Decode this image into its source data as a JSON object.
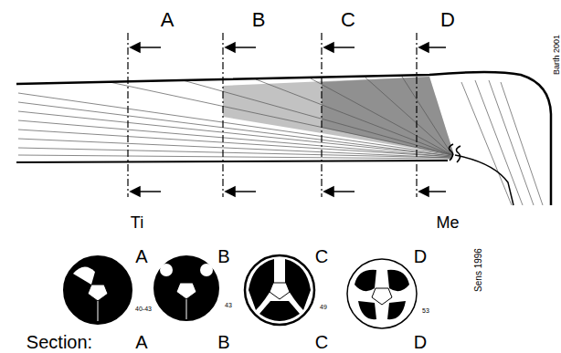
{
  "diagram": {
    "labels": [
      "A",
      "B",
      "C",
      "D",
      "Ti",
      "Me",
      "Barth 2001",
      "A",
      "B",
      "C",
      "D",
      "40-43",
      "43",
      "49",
      "53",
      "Sens 1996",
      "Section:",
      "A",
      "B",
      "C",
      "D"
    ]
  }
}
